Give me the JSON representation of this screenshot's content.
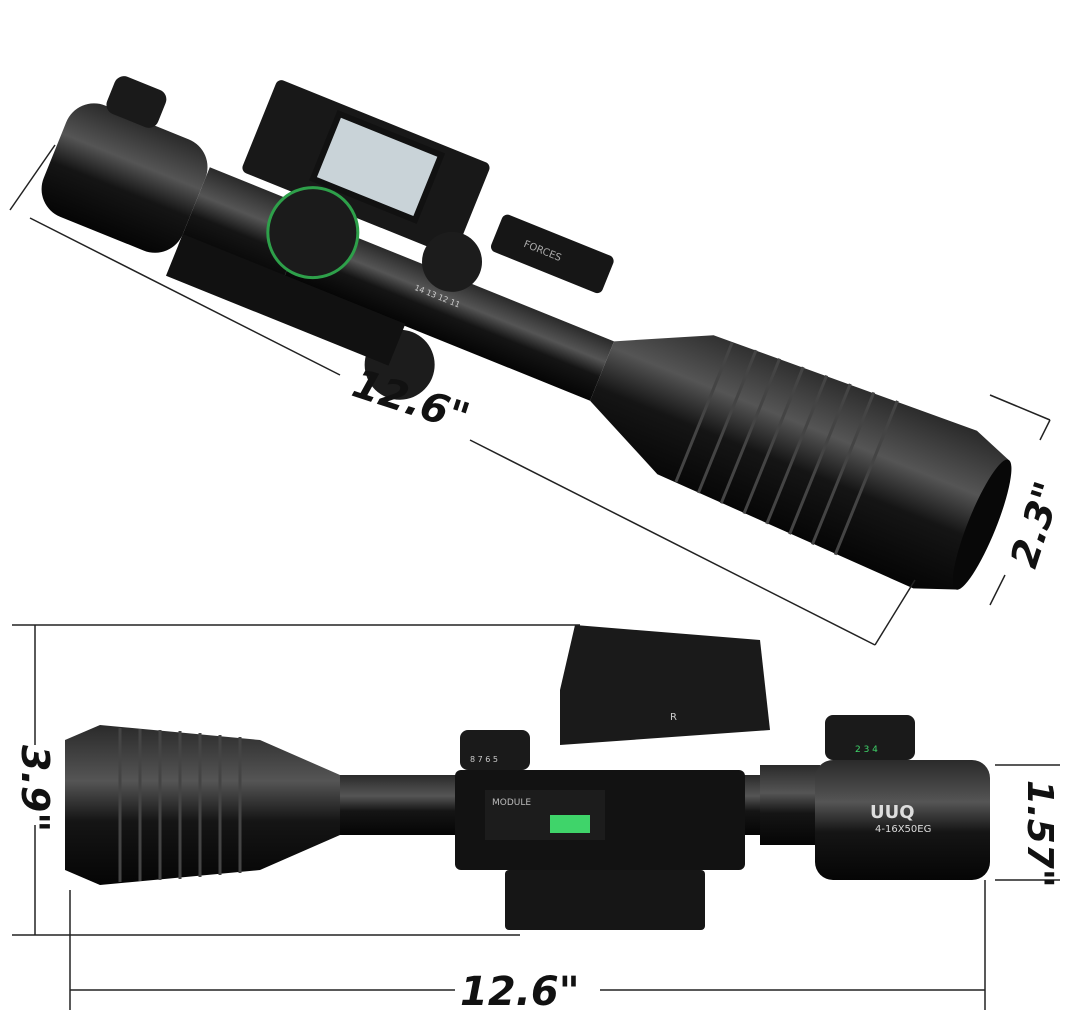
{
  "dimensions": {
    "top_length": "12.6\"",
    "top_objective_diameter": "2.3\"",
    "bottom_height": "3.9\"",
    "bottom_eyepiece_diameter": "1.57\"",
    "bottom_length": "12.6\""
  },
  "scope_markings": {
    "brand_logo": "UUQ",
    "model": "4-16X50EG",
    "laser_label": "MODULE",
    "laser_label_top": "FORCES",
    "turret_numbers_top": "14 13 12 11",
    "turret_numbers_bottom": "8 7 6 5",
    "illumination_numbers": "2 3 4",
    "sight_mark": "R"
  },
  "colors": {
    "scope_body": "#141414",
    "highlight": "#3a3a3a",
    "laser_green": "#3fd46a",
    "dimension_line": "#222222"
  }
}
